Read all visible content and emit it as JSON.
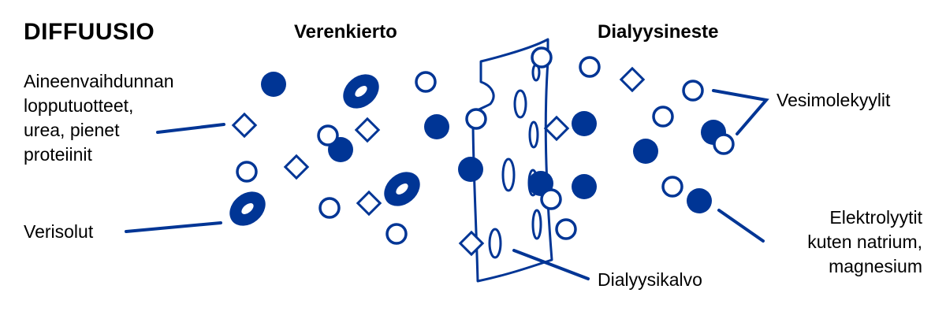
{
  "colors": {
    "primary": "#003595",
    "background": "#ffffff",
    "text": "#000000"
  },
  "title": "DIFFUUSIO",
  "headers": {
    "left": "Verenkierto",
    "right": "Dialyysineste"
  },
  "labels": {
    "waste": "Aineenvaihdunnan\nlopputuotteet,\nurea, pienet\nproteiinit",
    "blood_cells": "Verisolut",
    "water": "Vesimolekyylit",
    "electrolytes": "Elektrolyytit\nkuten natrium,\nmagnesium",
    "membrane": "Dialyysikalvo"
  },
  "legend_icons": {
    "waste": "diamond-icon",
    "blood_cells": "ring-icon",
    "water": "open-circle-icon",
    "electrolytes": "filled-circle-icon"
  }
}
